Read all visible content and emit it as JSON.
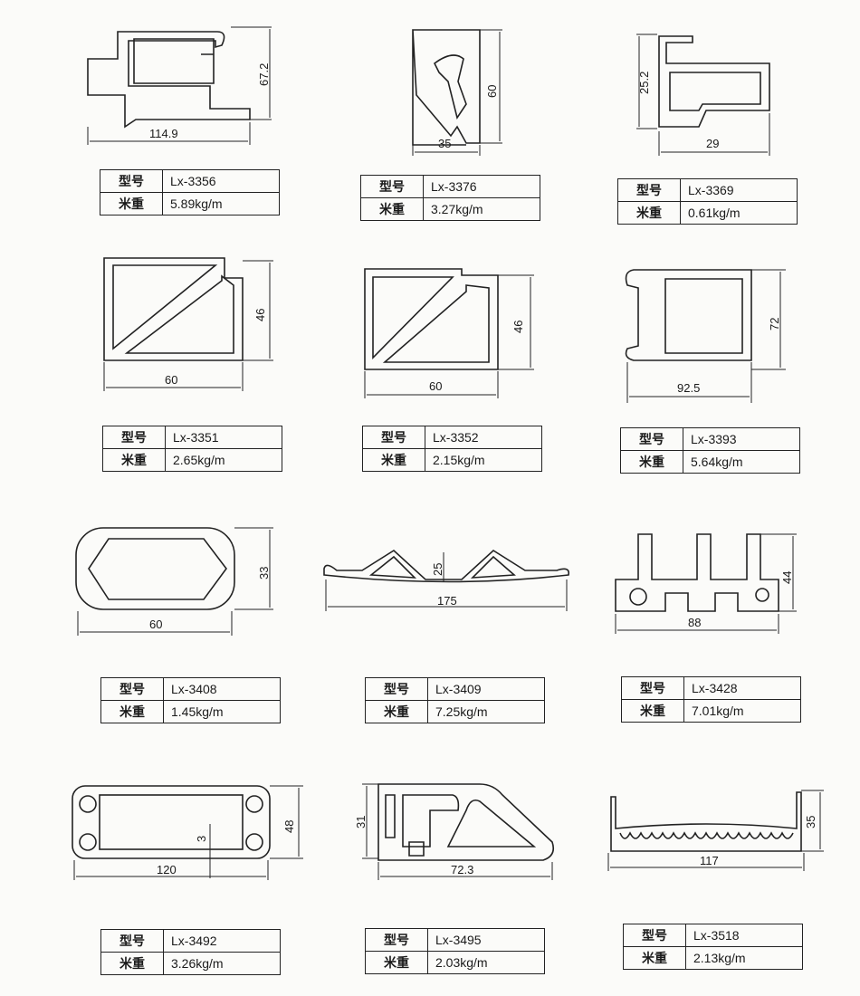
{
  "labels": {
    "model": "型号",
    "weight": "米重"
  },
  "profiles": [
    {
      "model": "Lx-3356",
      "weight": "5.89kg/m",
      "dims": [
        "67.2",
        "114.9"
      ]
    },
    {
      "model": "Lx-3376",
      "weight": "3.27kg/m",
      "dims": [
        "60",
        "35"
      ]
    },
    {
      "model": "Lx-3369",
      "weight": "0.61kg/m",
      "dims": [
        "25.2",
        "29"
      ]
    },
    {
      "model": "Lx-3351",
      "weight": "2.65kg/m",
      "dims": [
        "46",
        "60"
      ]
    },
    {
      "model": "Lx-3352",
      "weight": "2.15kg/m",
      "dims": [
        "46",
        "60"
      ]
    },
    {
      "model": "Lx-3393",
      "weight": "5.64kg/m",
      "dims": [
        "72",
        "92.5"
      ]
    },
    {
      "model": "Lx-3408",
      "weight": "1.45kg/m",
      "dims": [
        "33",
        "60"
      ]
    },
    {
      "model": "Lx-3409",
      "weight": "7.25kg/m",
      "dims": [
        "25",
        "175"
      ]
    },
    {
      "model": "Lx-3428",
      "weight": "7.01kg/m",
      "dims": [
        "44",
        "88"
      ]
    },
    {
      "model": "Lx-3492",
      "weight": "3.26kg/m",
      "dims": [
        "48",
        "3",
        "120"
      ]
    },
    {
      "model": "Lx-3495",
      "weight": "2.03kg/m",
      "dims": [
        "31",
        "72.3"
      ]
    },
    {
      "model": "Lx-3518",
      "weight": "2.13kg/m",
      "dims": [
        "35",
        "117"
      ]
    }
  ]
}
